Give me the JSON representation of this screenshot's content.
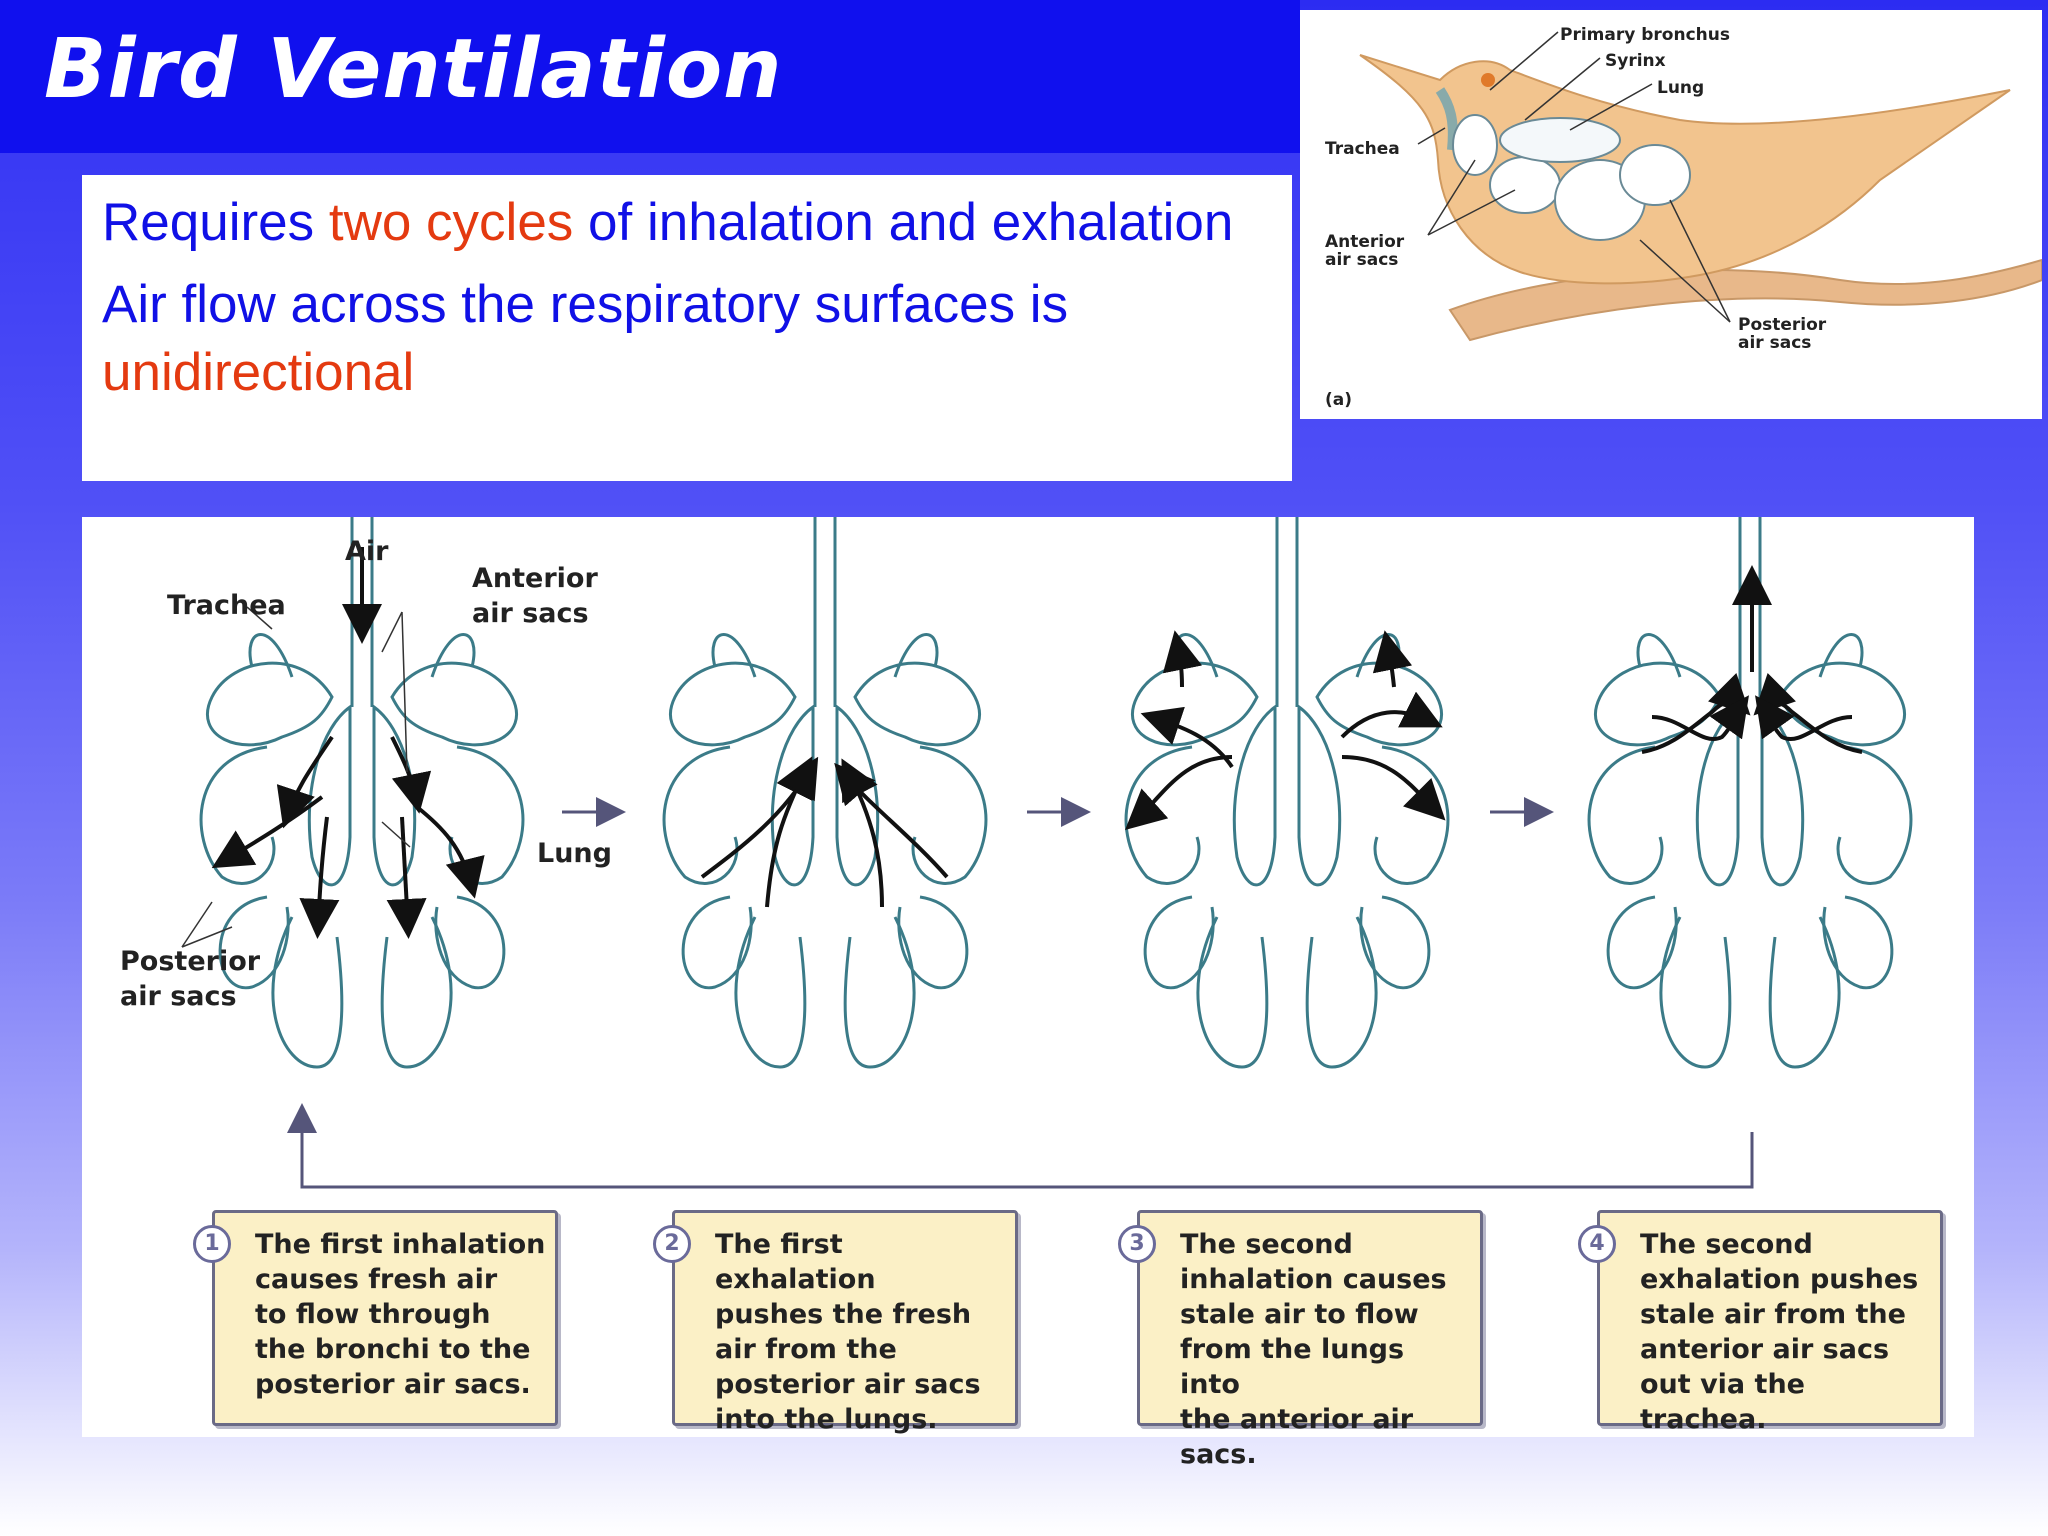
{
  "slide": {
    "title": "Bird Ventilation",
    "bullets": [
      {
        "pre": "Requires ",
        "highlight": "two cycles",
        "post": " of inhalation and exhalation"
      },
      {
        "pre": "Air flow across the respiratory surfaces is ",
        "highlight": "unidirectional",
        "post": ""
      }
    ]
  },
  "inset": {
    "labels": {
      "primary_bronchus": "Primary bronchus",
      "syrinx": "Syrinx",
      "lung": "Lung",
      "trachea": "Trachea",
      "anterior1": "Anterior",
      "anterior2": "air sacs",
      "posterior1": "Posterior",
      "posterior2": "air sacs",
      "panel": "(a)"
    }
  },
  "diagram": {
    "labels": {
      "air": "Air",
      "trachea": "Trachea",
      "anterior1": "Anterior",
      "anterior2": "air sacs",
      "lung": "Lung",
      "posterior1": "Posterior",
      "posterior2": "air sacs"
    },
    "steps": [
      {
        "num": "1",
        "text": "The first inhalation\ncauses fresh air\nto flow through\nthe bronchi to the\nposterior air sacs."
      },
      {
        "num": "2",
        "text": "The first exhalation\npushes the fresh\nair from the\nposterior air sacs\ninto the lungs."
      },
      {
        "num": "3",
        "text": "The second\ninhalation causes\nstale air to flow\nfrom the lungs into\nthe anterior air sacs."
      },
      {
        "num": "4",
        "text": "The second\nexhalation pushes\nstale air from the\nanterior air sacs\nout via the trachea."
      }
    ]
  },
  "colors": {
    "title_band": "#1010ee",
    "text_blue": "#1010e6",
    "highlight_red": "#e43a10",
    "step_box": "#fbf0c6",
    "bird_body": "#f2c48e"
  }
}
